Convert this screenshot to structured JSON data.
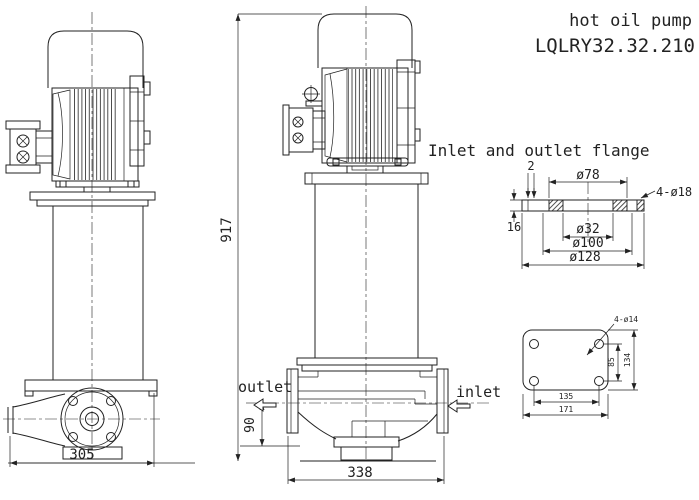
{
  "title": {
    "product": "hot oil pump",
    "model": "LQLRY32.32.210"
  },
  "left_view": {
    "width_dim": "305"
  },
  "front_view": {
    "height_dim": "917",
    "width_dim": "338",
    "outlet_height_dim": "90",
    "outlet_label": "outlet",
    "inlet_label": "inlet"
  },
  "flange_detail": {
    "heading": "Inlet and outlet flange",
    "raised_face_thickness": "2",
    "flange_thickness": "16",
    "raised_face_dia": "ø78",
    "bolt_holes": "4-ø18",
    "bore_dia": "ø32",
    "bolt_circle_dia": "ø100",
    "outer_dia": "ø128"
  },
  "base_plate_detail": {
    "bolt_holes": "4-ø14",
    "hole_spacing_h": "135",
    "plate_width": "171",
    "hole_spacing_v": "85",
    "plate_height": "134"
  },
  "colors": {
    "line": "#222222",
    "background": "#ffffff"
  }
}
